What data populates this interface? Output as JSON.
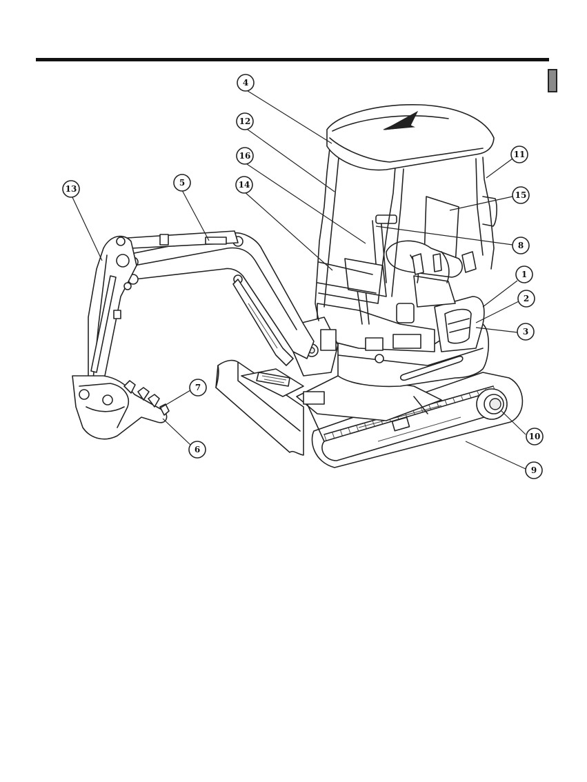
{
  "callouts": [
    {
      "id": "1",
      "label": "1"
    },
    {
      "id": "2",
      "label": "2"
    },
    {
      "id": "3",
      "label": "3"
    },
    {
      "id": "4",
      "label": "4"
    },
    {
      "id": "5",
      "label": "5"
    },
    {
      "id": "6",
      "label": "6"
    },
    {
      "id": "7",
      "label": "7"
    },
    {
      "id": "8",
      "label": "8"
    },
    {
      "id": "9",
      "label": "9"
    },
    {
      "id": "10",
      "label": "10"
    },
    {
      "id": "11",
      "label": "11"
    },
    {
      "id": "12",
      "label": "12"
    },
    {
      "id": "13",
      "label": "13"
    },
    {
      "id": "14",
      "label": "14"
    },
    {
      "id": "15",
      "label": "15"
    },
    {
      "id": "16",
      "label": "16"
    }
  ],
  "colors": {
    "line": "#222222",
    "tab": "#8a8a8a"
  }
}
